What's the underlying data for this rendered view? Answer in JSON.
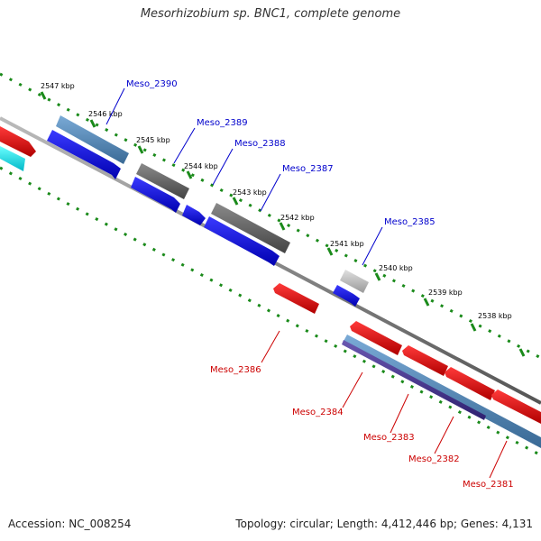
{
  "title": "Mesorhizobium sp. BNC1, complete genome",
  "footer": {
    "accession": "Accession: NC_008254",
    "topology": "Topology: circular; Length: 4,412,446 bp; Genes: 4,131"
  },
  "colors": {
    "forward_label": "#0000cc",
    "reverse_label": "#cc0000",
    "backbone": "#888888",
    "tick": "#1a8a1a",
    "cds_forward": "#0000e6",
    "cds_reverse": "#e60000",
    "gene_grey": "#666666",
    "gene_steelblue": "#4f86b4",
    "gene_purple": "#4b3a8c",
    "gene_cyan": "#00e0e0"
  },
  "scale": {
    "unit": "kbp",
    "labels": [
      "2547 kbp",
      "2546 kbp",
      "2545 kbp",
      "2544 kbp",
      "2543 kbp",
      "2542 kbp",
      "2541 kbp",
      "2540 kbp",
      "2539 kbp",
      "2538 kbp"
    ]
  },
  "genes": [
    {
      "name": "Meso_2390",
      "strand": "forward"
    },
    {
      "name": "Meso_2389",
      "strand": "forward"
    },
    {
      "name": "Meso_2388",
      "strand": "forward"
    },
    {
      "name": "Meso_2387",
      "strand": "forward"
    },
    {
      "name": "Meso_2385",
      "strand": "forward"
    },
    {
      "name": "Meso_2386",
      "strand": "reverse"
    },
    {
      "name": "Meso_2384",
      "strand": "reverse"
    },
    {
      "name": "Meso_2383",
      "strand": "reverse"
    },
    {
      "name": "Meso_2382",
      "strand": "reverse"
    },
    {
      "name": "Meso_2381",
      "strand": "reverse"
    }
  ]
}
